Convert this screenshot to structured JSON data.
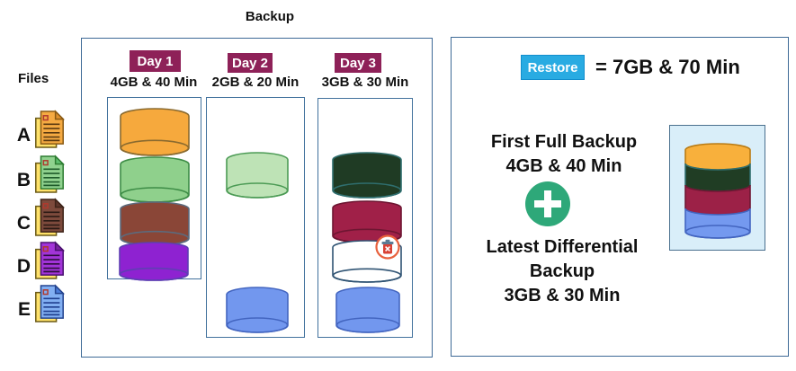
{
  "title": "Backup",
  "files": {
    "label": "Files",
    "common": {
      "back_fill": "#FFE26A",
      "back_stroke": "#6B5A17",
      "square_stroke": "#B03A2E"
    },
    "items": [
      {
        "letter": "A",
        "front": "#F5AA42",
        "fold": "#DD8F2C",
        "stroke": "#8A5A14",
        "lines": "#5C3A10"
      },
      {
        "letter": "B",
        "front": "#90D28F",
        "fold": "#5FBF6F",
        "stroke": "#2E7D32",
        "lines": "#1E5B2A"
      },
      {
        "letter": "C",
        "front": "#7D4A3C",
        "fold": "#5E352B",
        "stroke": "#3E2318",
        "lines": "#2B1A14"
      },
      {
        "letter": "D",
        "front": "#A234D8",
        "fold": "#7B1FA2",
        "stroke": "#4A1070",
        "lines": "#2E0E3E"
      },
      {
        "letter": "E",
        "front": "#82AFF2",
        "fold": "#4A7BD8",
        "stroke": "#24448F",
        "lines": "#1F3F8F"
      }
    ]
  },
  "backup_section": {
    "days": [
      {
        "label": "Day 1",
        "subtitle": "4GB & 40 Min",
        "cylinders": [
          {
            "file": "A",
            "fill": "#F6A93D",
            "stroke": "#8A6A2F"
          },
          {
            "file": "B",
            "fill": "#8FD08C",
            "stroke": "#3D8C46"
          },
          {
            "file": "C",
            "fill": "#8A4637",
            "stroke": "#5B6B7E"
          },
          {
            "file": "D",
            "fill": "#8E22D1",
            "stroke": "#5E3FB3"
          }
        ]
      },
      {
        "label": "Day 2",
        "subtitle": "2GB & 20 Min",
        "cylinders": [
          {
            "file": "B",
            "fill": "#BEE3B6",
            "stroke": "#4C9B55"
          },
          {
            "file": "E",
            "fill": "#7297EE",
            "stroke": "#4365C0"
          }
        ]
      },
      {
        "label": "Day 3",
        "subtitle": "3GB & 30 Min",
        "cylinders": [
          {
            "file": "B",
            "fill": "#1F3B24",
            "stroke": "#2F6E6E"
          },
          {
            "file": "C",
            "fill": "#A02048",
            "stroke": "#6E1632"
          },
          {
            "file": "D",
            "fill": "#FFFFFF",
            "stroke": "#2F5373",
            "deleted": true
          },
          {
            "file": "E",
            "fill": "#7297EE",
            "stroke": "#4365C0"
          }
        ]
      }
    ]
  },
  "restore_section": {
    "restore_button": "Restore",
    "result_text": "= 7GB & 70 Min",
    "first_full": {
      "line1": "First Full Backup",
      "line2": "4GB & 40 Min"
    },
    "latest_diff": {
      "line1": "Latest Differential Backup",
      "line2": "3GB & 30 Min"
    },
    "stack_bands": [
      {
        "fill": "#F8B03C",
        "stroke": "#B97B14"
      },
      {
        "fill": "#203D24",
        "stroke": "#2F6E6E"
      },
      {
        "fill": "#9C2147",
        "stroke": "#6E1632"
      },
      {
        "fill": "#7499EF",
        "stroke": "#4365C0"
      }
    ]
  },
  "colors": {
    "badge_bg": "#8E2158",
    "badge_text": "#FFFFFF",
    "restore_btn_bg": "#29ABE2",
    "plus_green": "#2EA879",
    "box_border": "#3E6A96",
    "inner_box_border": "#41719C",
    "stack_box_bg": "#D9EEF9",
    "delete_icon_ring": "#E8603C",
    "delete_icon_body": "#D84135",
    "delete_icon_lid": "#5B7B95"
  }
}
